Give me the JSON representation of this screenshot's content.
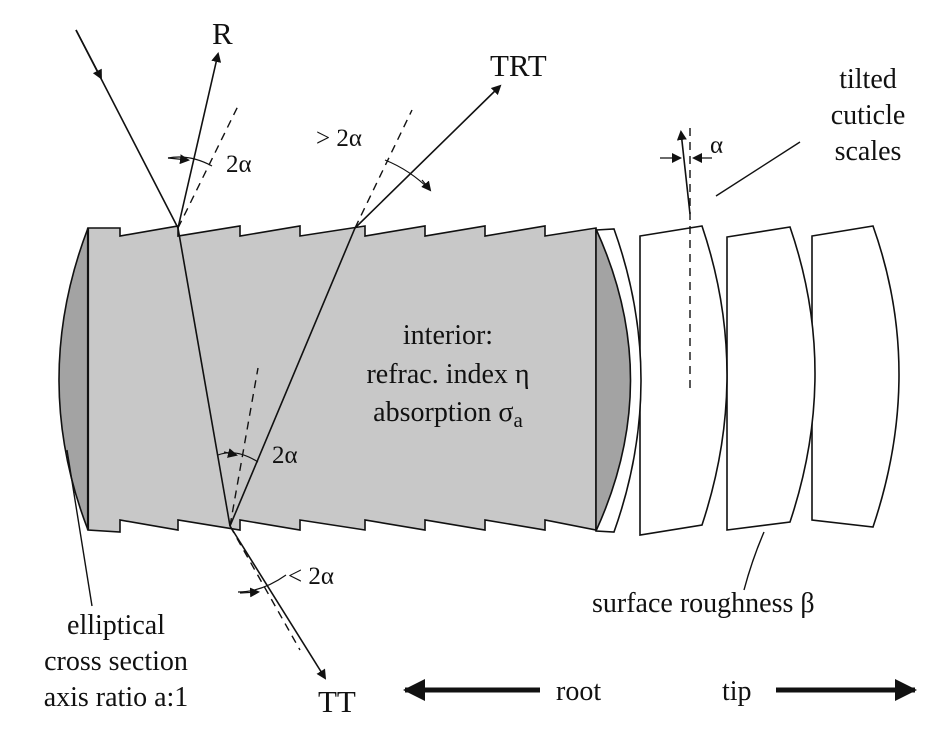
{
  "labels": {
    "R": "R",
    "TRT": "TRT",
    "TT": "TT",
    "two_alpha_r": "2α",
    "gt_two_alpha": "> 2α",
    "alpha": "α",
    "two_alpha_tt": "2α",
    "lt_two_alpha": "< 2α",
    "tilted_1": "tilted",
    "tilted_2": "cuticle",
    "tilted_3": "scales",
    "interior_1": "interior:",
    "interior_2": "refrac. index η",
    "interior_3_prefix": "absorption σ",
    "interior_3_sub": "a",
    "elliptical_1": "elliptical",
    "elliptical_2": "cross section",
    "elliptical_3": "axis ratio a:1",
    "roughness": "surface roughness β",
    "root": "root",
    "tip": "tip"
  },
  "colors": {
    "interior_fill": "#c8c8c8",
    "end_cap_fill": "#a3a3a3",
    "stroke": "#111111"
  }
}
